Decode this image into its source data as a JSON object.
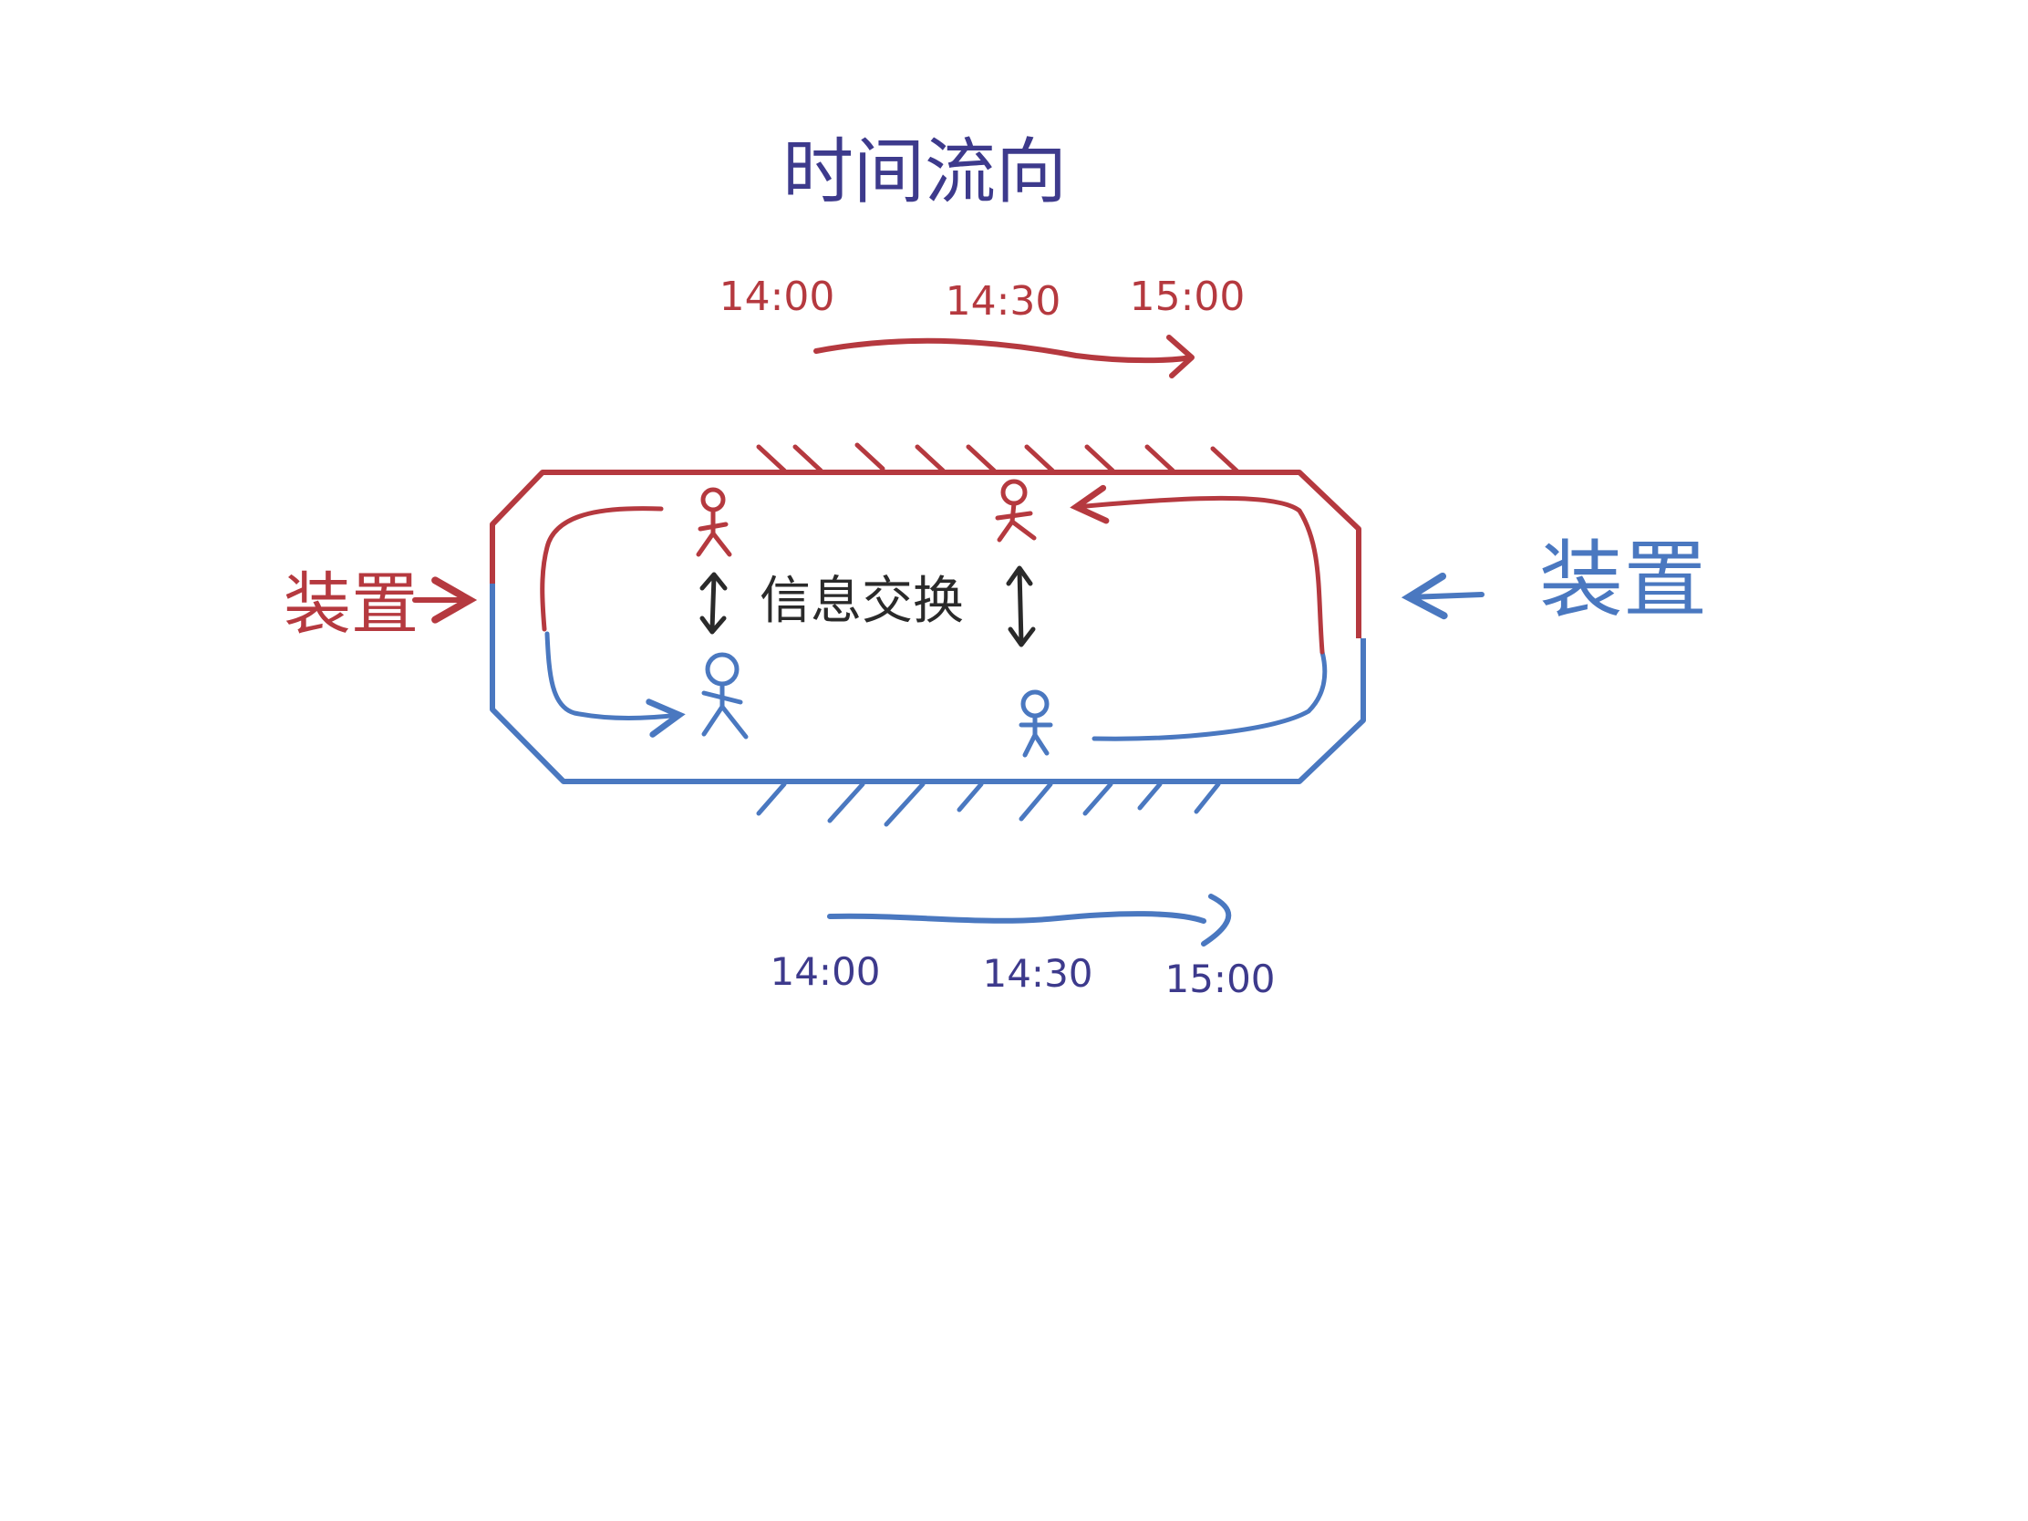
{
  "title": "时间流向",
  "exchange_label": "信息交换",
  "device_left_label": "装置",
  "device_right_label": "装置",
  "timeline_top": {
    "ticks": [
      "14:00",
      "14:30",
      "15:00"
    ]
  },
  "timeline_bottom": {
    "ticks": [
      "14:00",
      "14:30",
      "15:00"
    ]
  },
  "colors": {
    "red": "#b5393f",
    "blue": "#4a78c0",
    "purple": "#3d3a8c",
    "dark": "#2a2a2a"
  }
}
